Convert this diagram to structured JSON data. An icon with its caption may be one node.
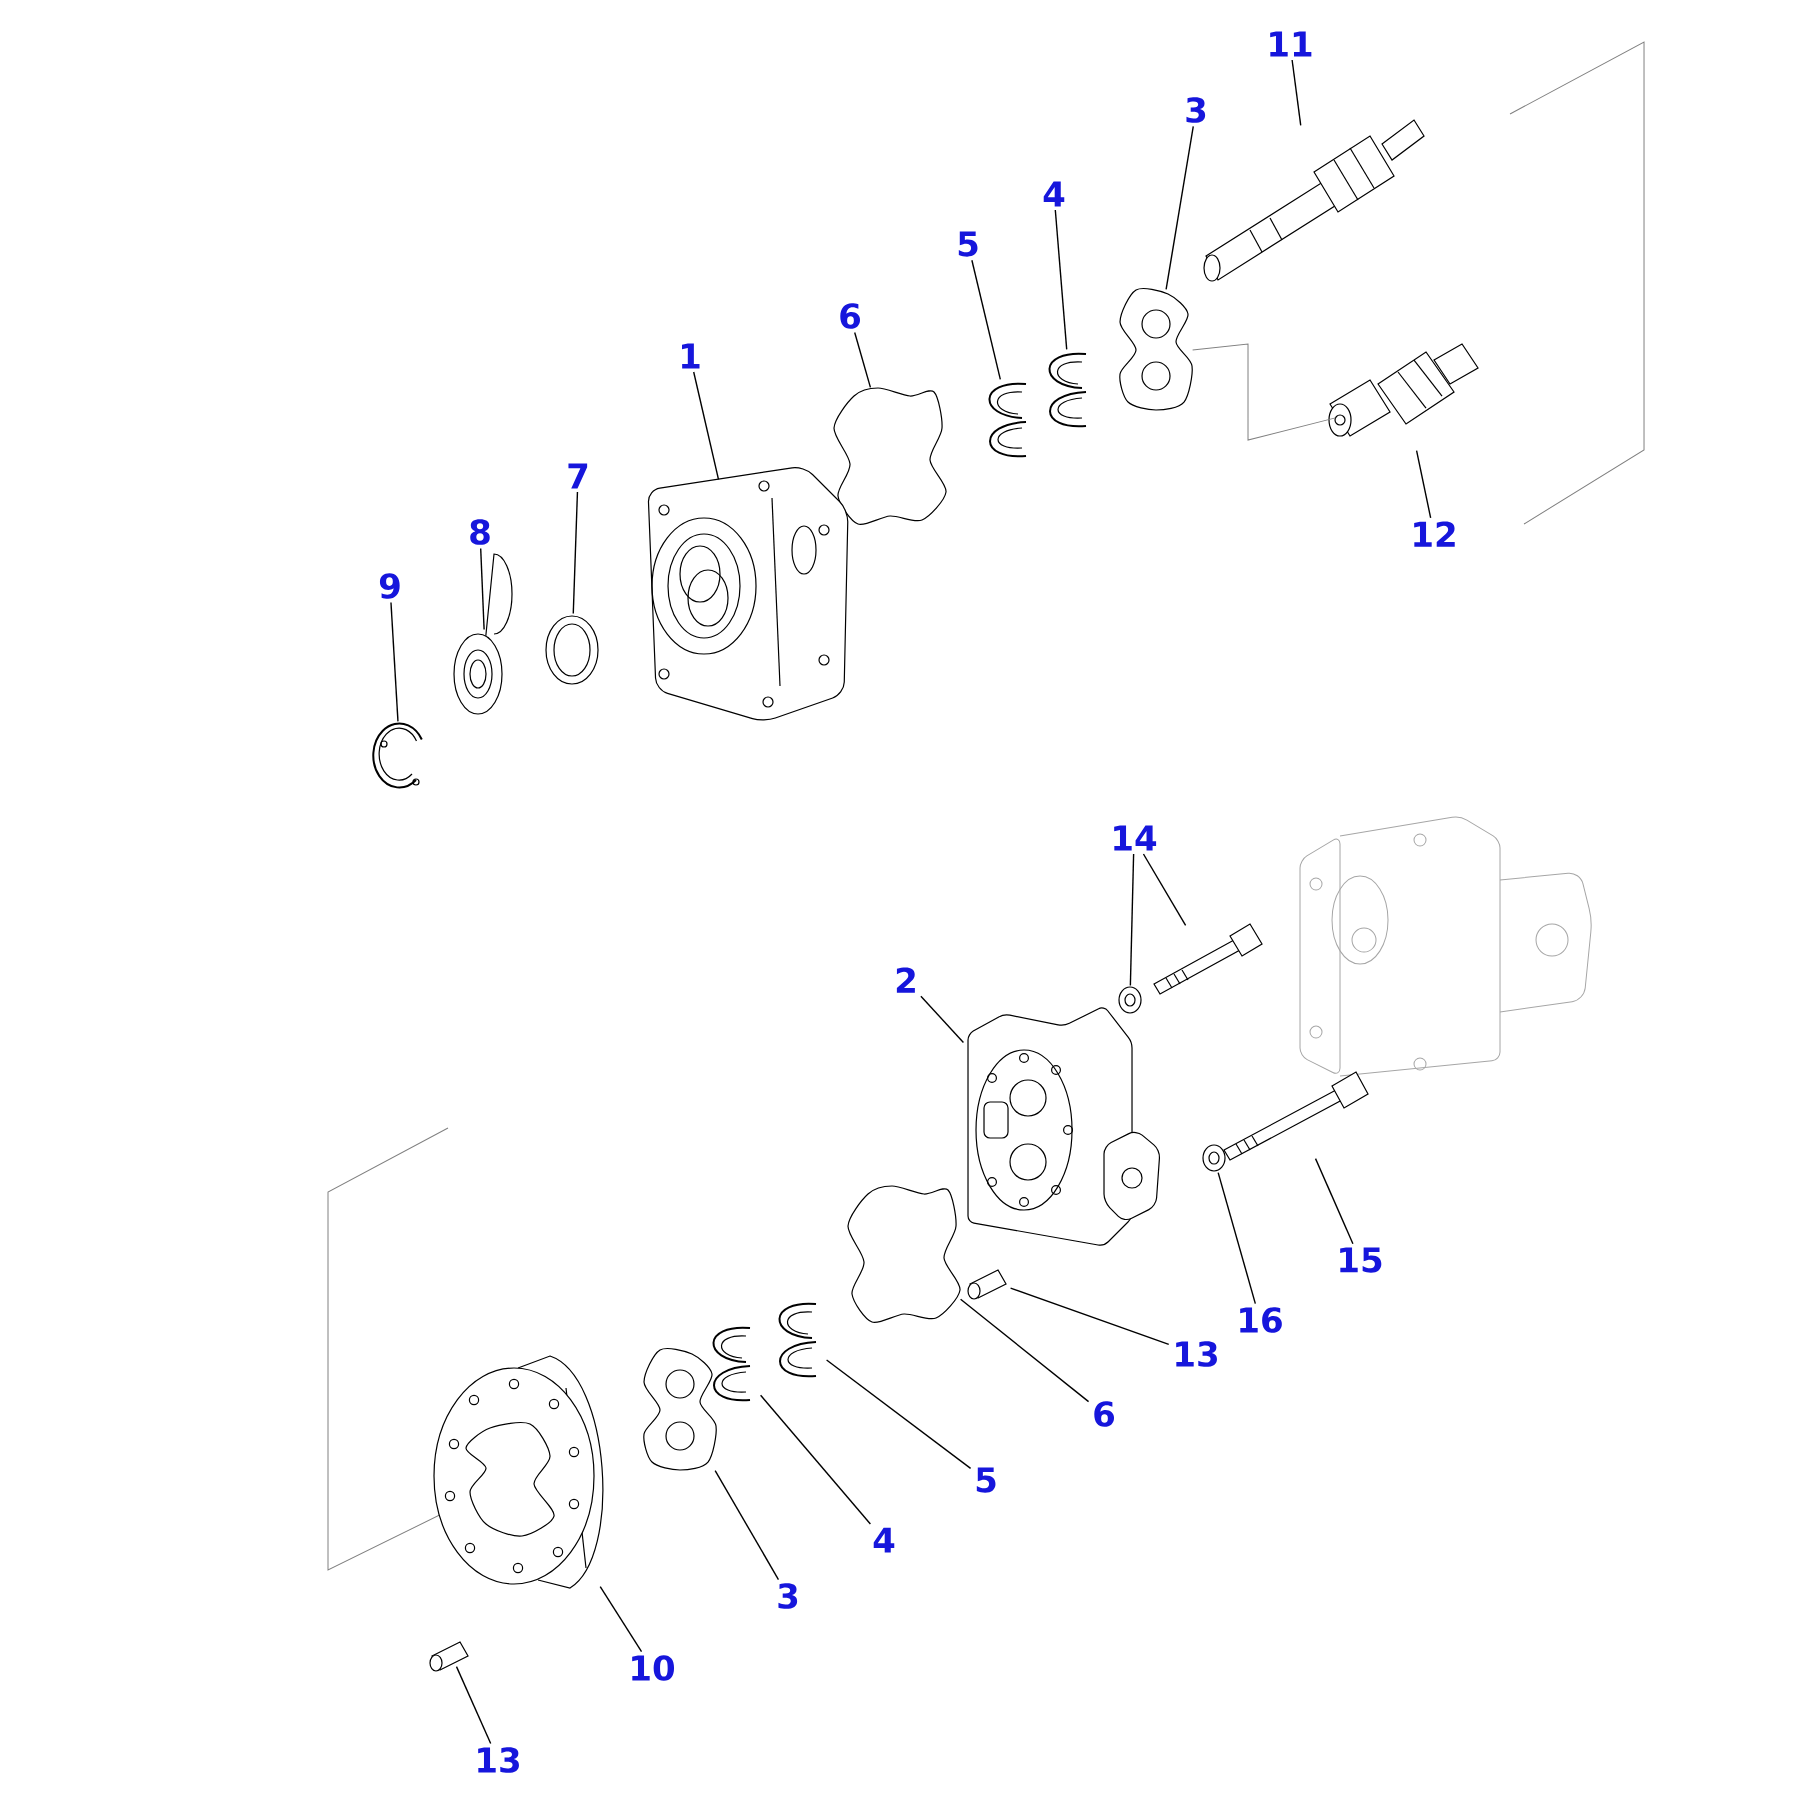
{
  "diagram": {
    "nodes": [
      {
        "text": [
          "11"
        ]
      },
      {
        "text": [],
        "shape": "picture"
      },
      {
        "text": [
          "3"
        ]
      },
      {
        "text": [],
        "shape": "picture"
      },
      {
        "text": [
          "4"
        ]
      },
      {
        "text": [],
        "shape": "picture"
      },
      {
        "text": [
          "5"
        ]
      },
      {
        "text": [],
        "shape": "picture"
      },
      {
        "text": [
          "6"
        ]
      },
      {
        "text": [],
        "shape": "cloud"
      },
      {
        "text": [
          "1"
        ]
      },
      {
        "text": [],
        "shape": "picture"
      },
      {
        "text": [
          "7"
        ]
      },
      {
        "text": [],
        "shape": "picture"
      },
      {
        "text": [
          "8"
        ]
      },
      {
        "text": [],
        "shape": "picture"
      },
      {
        "text": [
          "9"
        ]
      },
      {
        "text": [],
        "shape": "picture"
      },
      {
        "text": [
          "12"
        ]
      },
      {
        "text": [],
        "shape": "picture"
      },
      {
        "text": [
          "14"
        ]
      },
      {
        "text": [],
        "shape": "picture"
      },
      {
        "text": [],
        "shape": "picture"
      },
      {
        "text": [
          "2"
        ]
      },
      {
        "text": [],
        "shape": "picture"
      },
      {
        "text": [
          "15"
        ]
      },
      {
        "text": [],
        "shape": "picture"
      },
      {
        "text": [
          "16"
        ]
      },
      {
        "text": [],
        "shape": "picture"
      },
      {
        "text": [
          "13"
        ]
      },
      {
        "text": [],
        "shape": "picture"
      },
      {
        "text": [
          "6"
        ]
      },
      {
        "text": [],
        "shape": "cloud"
      },
      {
        "text": [
          "5"
        ]
      },
      {
        "text": [],
        "shape": "picture"
      },
      {
        "text": [
          "4"
        ]
      },
      {
        "text": [],
        "shape": "picture"
      },
      {
        "text": [
          "3"
        ]
      },
      {
        "text": [],
        "shape": "picture"
      },
      {
        "text": [
          "10"
        ]
      },
      {
        "text": [],
        "shape": "picture"
      },
      {
        "text": [
          "13"
        ]
      },
      {
        "text": [],
        "shape": "picture"
      }
    ],
    "edges": [
      {
        "from": 0,
        "to": 1,
        "arrow": "none"
      },
      {
        "from": 2,
        "to": 3,
        "arrow": "none"
      },
      {
        "from": 4,
        "to": 5,
        "arrow": "none"
      },
      {
        "from": 6,
        "to": 7,
        "arrow": "none"
      },
      {
        "from": 8,
        "to": 9,
        "arrow": "none"
      },
      {
        "from": 10,
        "to": 11,
        "arrow": "none"
      },
      {
        "from": 12,
        "to": 13,
        "arrow": "none"
      },
      {
        "from": 14,
        "to": 15,
        "arrow": "none"
      },
      {
        "from": 16,
        "to": 17,
        "arrow": "none"
      },
      {
        "from": 18,
        "to": 19,
        "arrow": "none"
      },
      {
        "from": 20,
        "to": 21,
        "arrow": "none"
      },
      {
        "from": 20,
        "to": 22,
        "arrow": "none"
      },
      {
        "from": 23,
        "to": 24,
        "arrow": "none"
      },
      {
        "from": 25,
        "to": 26,
        "arrow": "none"
      },
      {
        "from": 27,
        "to": 28,
        "arrow": "none"
      },
      {
        "from": 29,
        "to": 30,
        "arrow": "none"
      },
      {
        "from": 31,
        "to": 32,
        "arrow": "none"
      },
      {
        "from": 33,
        "to": 34,
        "arrow": "none"
      },
      {
        "from": 35,
        "to": 36,
        "arrow": "none"
      },
      {
        "from": 37,
        "to": 38,
        "arrow": "none"
      },
      {
        "from": 39,
        "to": 40,
        "arrow": "none"
      },
      {
        "from": 41,
        "to": 42,
        "arrow": "none"
      },
      {
        "from": 3,
        "to": 19,
        "arrow": "none",
        "color": "#808080"
      }
    ]
  }
}
